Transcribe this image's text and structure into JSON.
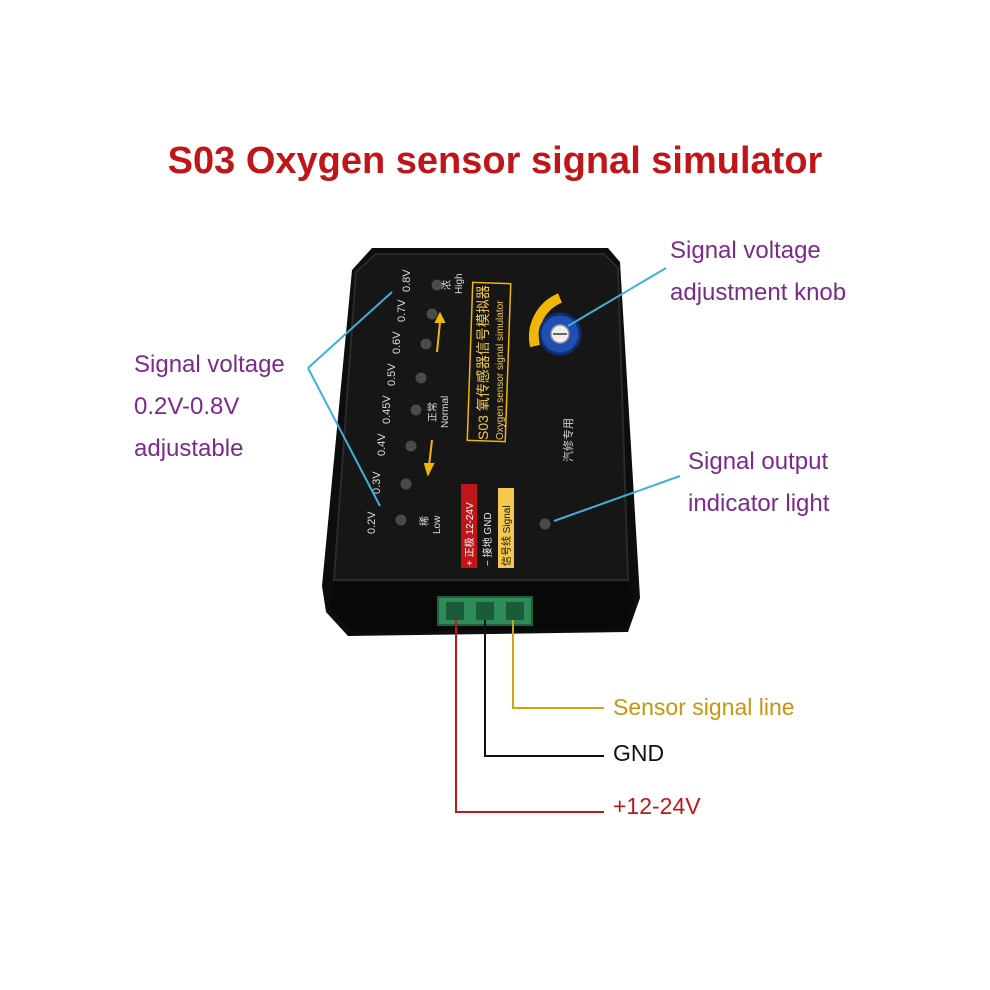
{
  "title": "S03  Oxygen sensor signal simulator",
  "callouts": {
    "voltage_range": {
      "lines": [
        "Signal voltage",
        "0.2V-0.8V",
        "adjustable"
      ]
    },
    "knob": {
      "lines": [
        "Signal voltage",
        "adjustment knob"
      ]
    },
    "indicator": {
      "lines": [
        "Signal output",
        "indicator light"
      ]
    }
  },
  "wires": {
    "signal": {
      "label": "Sensor signal line",
      "color": "#d4a017"
    },
    "gnd": {
      "label": "GND",
      "color": "#111111"
    },
    "power": {
      "label": "+12-24V",
      "color": "#c0161a"
    }
  },
  "device": {
    "voltage_levels": [
      "0.8V",
      "0.7V",
      "0.6V",
      "0.5V",
      "0.45V",
      "0.4V",
      "0.3V",
      "0.2V"
    ],
    "high_label_cn": "浓",
    "high_label": "High",
    "normal_label_cn": "正常",
    "normal_label": "Normal",
    "low_label_cn": "稀",
    "low_label": "Low",
    "panel_title": "S03 氧传感器信号模拟器",
    "panel_subtitle": "Oxygen sensor signal simulator",
    "repair_text": "汽修专用",
    "terminal_power": "+ 正极 12-24V",
    "terminal_gnd": "− 接地 GND",
    "terminal_signal": "信号线  Signal"
  },
  "colors": {
    "title": "#c0161a",
    "callout": "#7b2a8c",
    "leader": "#3fb0d9",
    "device_body": "#0d0d0d",
    "connector": "#2e8b57",
    "knob": "#1f4fb0",
    "arc": "#f2b705"
  }
}
